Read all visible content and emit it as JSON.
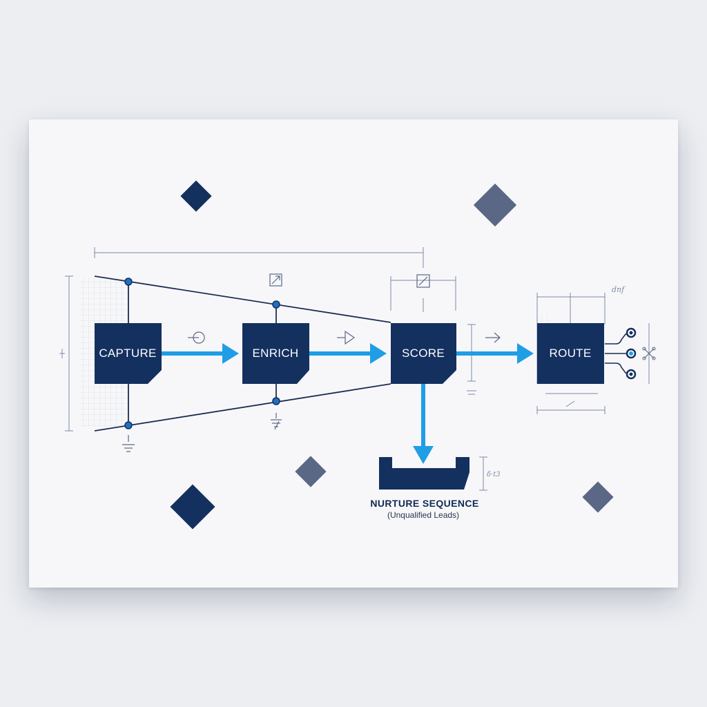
{
  "colors": {
    "navy": "#13305f",
    "slate": "#5a6785",
    "accent": "#1f9ee6",
    "line": "#1c2d52",
    "annotation": "#7b8aa6"
  },
  "stages": [
    {
      "label": "CAPTURE"
    },
    {
      "label": "ENRICH"
    },
    {
      "label": "SCORE"
    },
    {
      "label": "ROUTE"
    }
  ],
  "sink": {
    "title": "NURTURE SEQUENCE",
    "subtitle": "(Unqualified Leads)"
  },
  "annotations": {
    "route_note": "dnf",
    "sink_note": "δ·t3"
  },
  "icons": {
    "connector1": "circle-target-icon",
    "connector2": "triangle-play-icon",
    "connector3": "arrow-right-icon",
    "score_marker": "slash-box-icon",
    "enrich_marker": "expand-box-icon",
    "route_outputs": "network-icon",
    "ground": "ground-icon"
  }
}
